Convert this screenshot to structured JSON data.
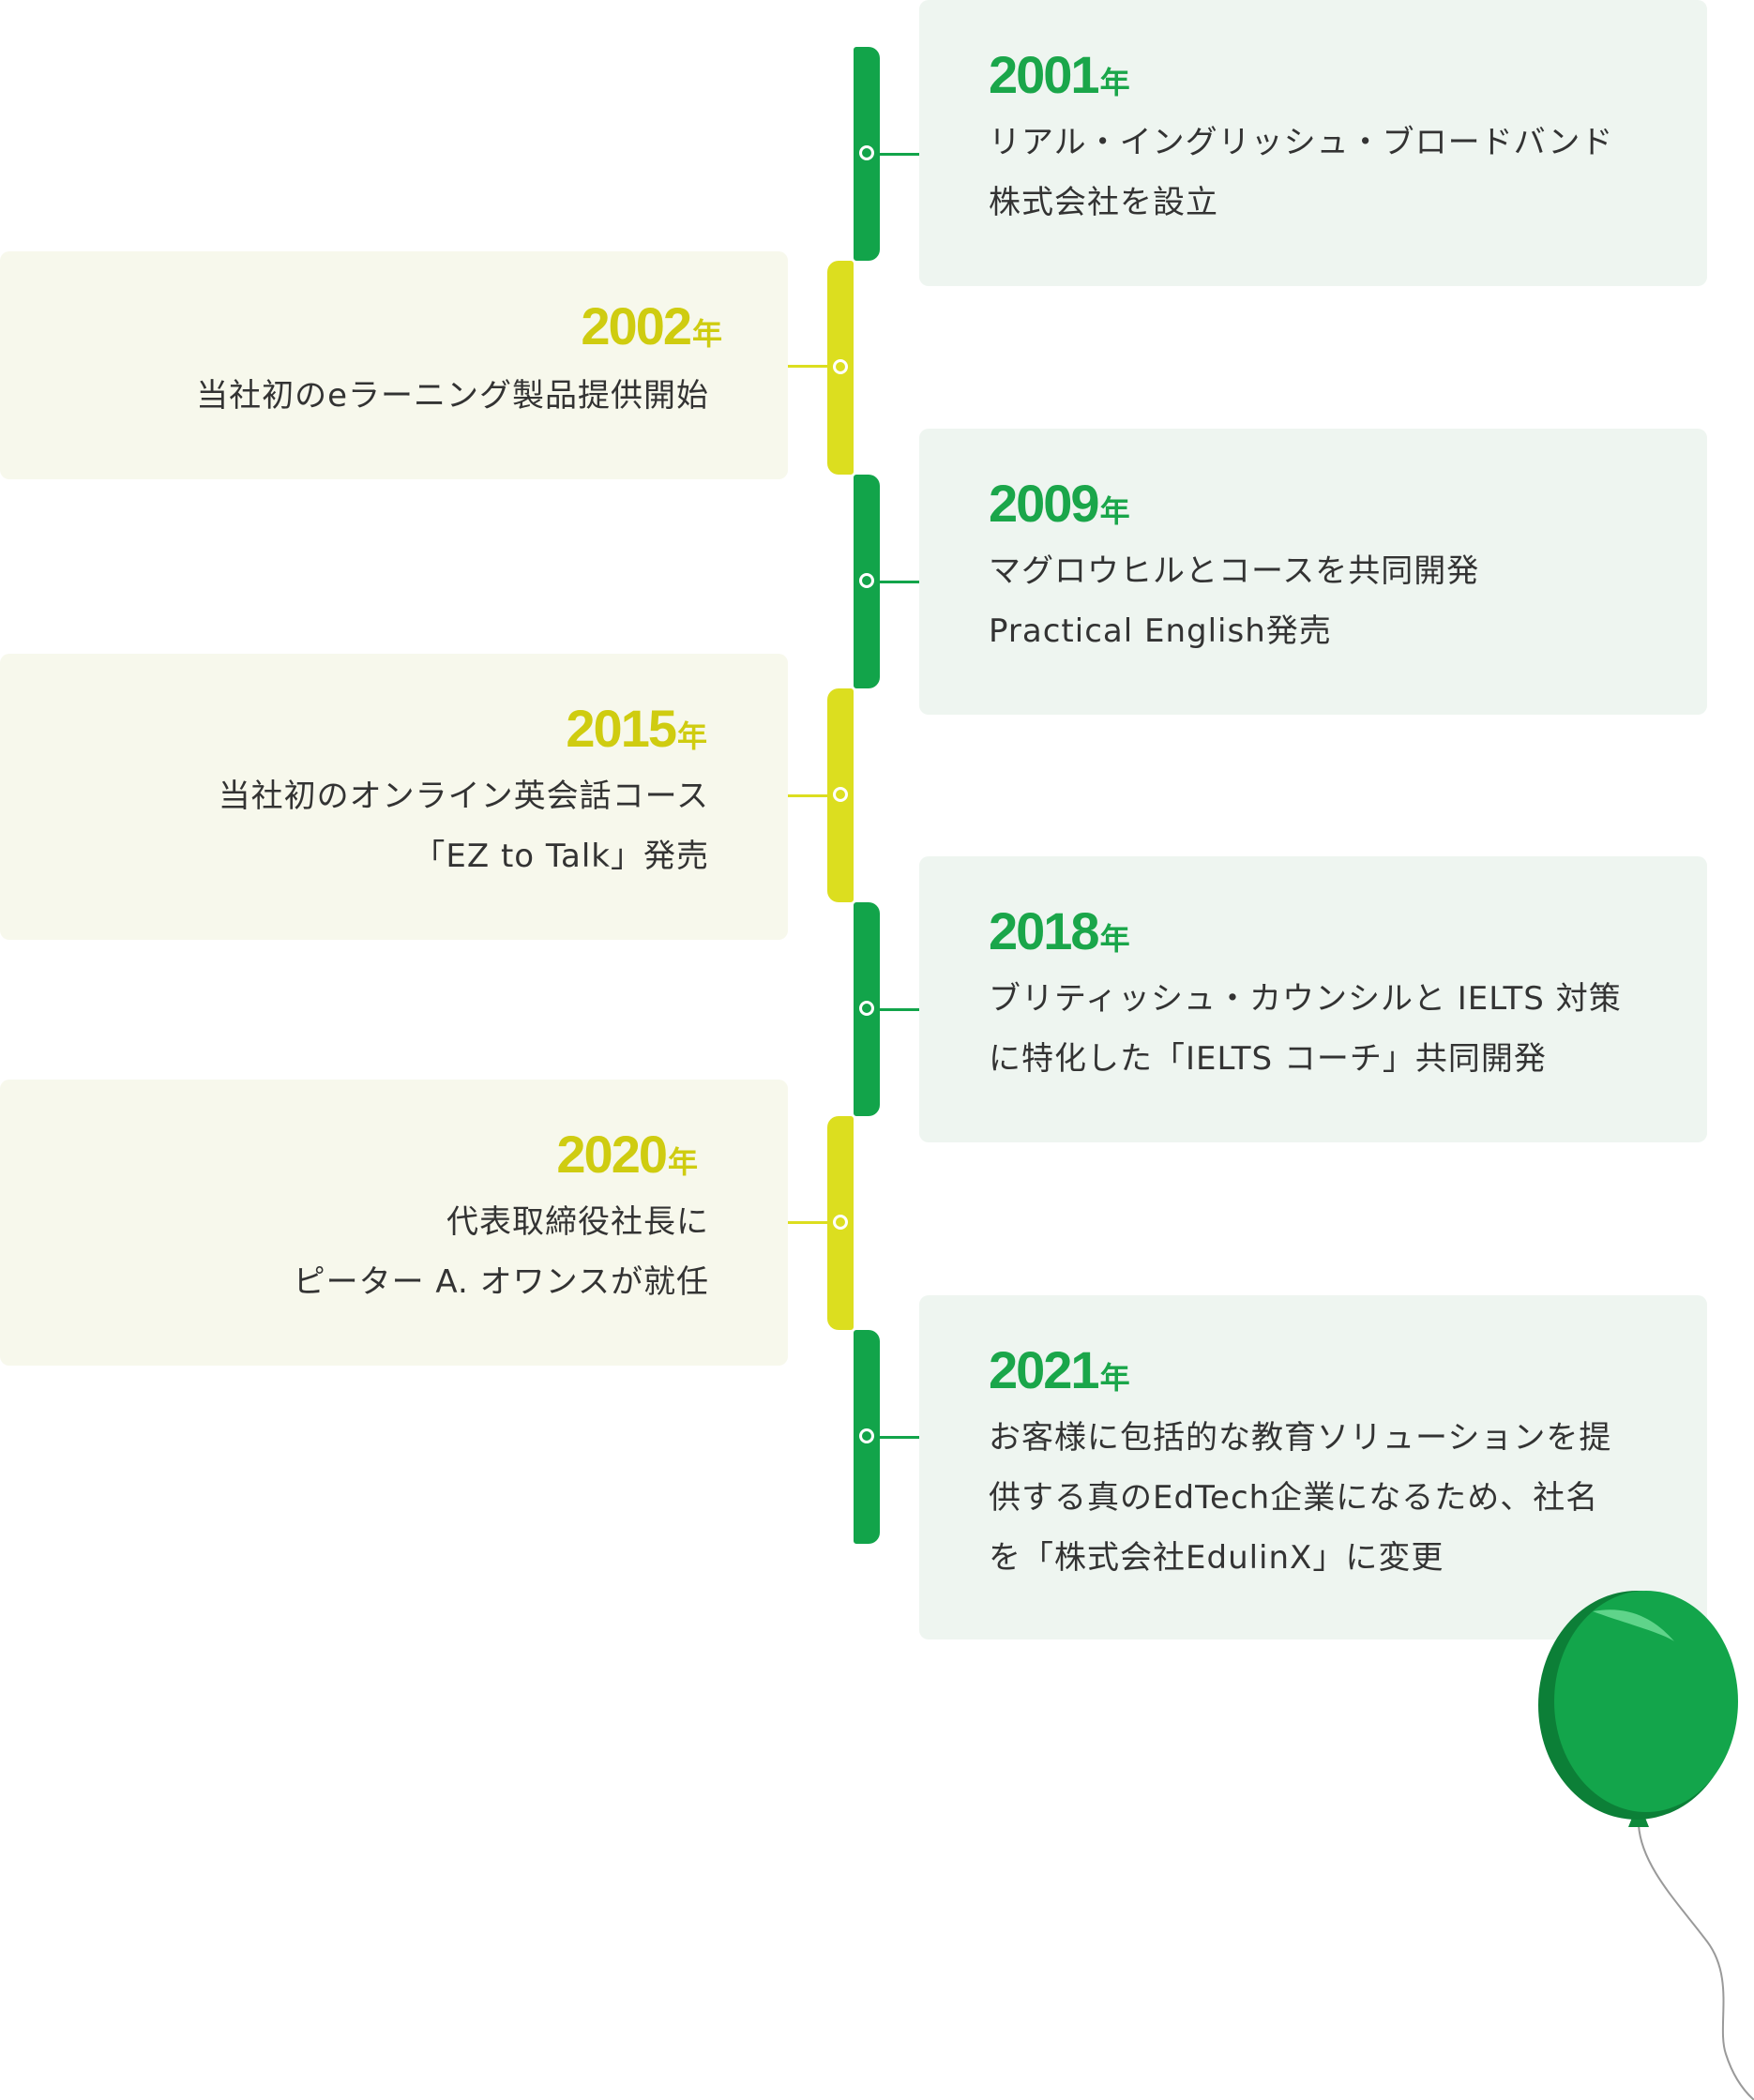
{
  "timeline": [
    {
      "year": "2001",
      "suffix": "年",
      "lines": [
        "リアル・イングリッシュ・ブロードバンド",
        "株式会社を設立"
      ]
    },
    {
      "year": "2002",
      "suffix": "年",
      "lines": [
        "当社初のeラーニング製品提供開始"
      ]
    },
    {
      "year": "2009",
      "suffix": "年",
      "lines": [
        "マグロウヒルとコースを共同開発",
        "Practical English発売"
      ]
    },
    {
      "year": "2015",
      "suffix": "年",
      "lines": [
        "当社初のオンライン英会話コース",
        "「EZ to Talk」発売"
      ]
    },
    {
      "year": "2018",
      "suffix": "年",
      "lines": [
        "ブリティッシュ・カウンシルと IELTS 対策",
        "に特化した「IELTS コーチ」共同開発"
      ]
    },
    {
      "year": "2020",
      "suffix": "年",
      "lines": [
        "代表取締役社長に",
        "ピーター A. オワンスが就任"
      ]
    },
    {
      "year": "2021",
      "suffix": "年",
      "lines": [
        "お客様に包括的な教育ソリューションを提",
        "供する真のEdTech企業になるため、社名",
        "を「株式会社EdulinX」に変更"
      ]
    }
  ],
  "colors": {
    "green": "#12a44a",
    "yellow": "#dcde1f",
    "right_card_bg": "#eef5f0",
    "left_card_bg": "#f7f8ec",
    "text": "#333333"
  },
  "decoration": {
    "balloon_icon": "balloon-icon"
  }
}
